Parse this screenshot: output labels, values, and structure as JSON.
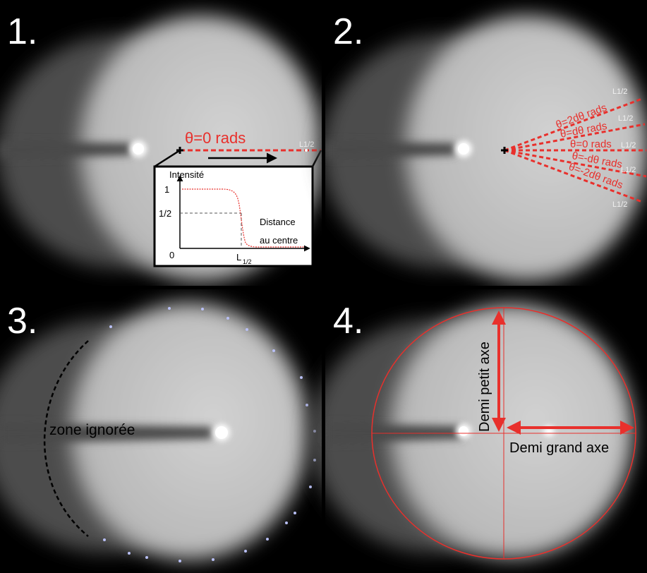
{
  "panels": [
    {
      "number": "1."
    },
    {
      "number": "2."
    },
    {
      "number": "3."
    },
    {
      "number": "4."
    }
  ],
  "panel1": {
    "theta_label": "θ=0 rads",
    "l_half_label": "L1/2",
    "inset": {
      "y_axis_label": "Intensité",
      "tick_1": "1",
      "tick_half": "1/2",
      "tick_0": "0",
      "x_axis_label_line1": "Distance",
      "x_axis_label_line2": "au centre",
      "l_half_main": "L",
      "l_half_sub": "1/2"
    }
  },
  "panel2": {
    "rays": [
      {
        "label": "θ=2dθ rads",
        "end_label": "L1/2"
      },
      {
        "label": "θ=dθ rads",
        "end_label": "L1/2"
      },
      {
        "label": "θ=0 rads",
        "end_label": "L1/2"
      },
      {
        "label": "θ=-dθ rads",
        "end_label": "L1/2"
      },
      {
        "label": "θ=-2dθ rads",
        "end_label": "L1/2"
      }
    ]
  },
  "panel3": {
    "ignored_zone_label": "zone ignorée"
  },
  "panel4": {
    "semi_minor_label": "Demi petit axe",
    "semi_major_label": "Demi grand axe"
  },
  "colors": {
    "red": "#e8302c",
    "dot": "#b8bff5"
  }
}
